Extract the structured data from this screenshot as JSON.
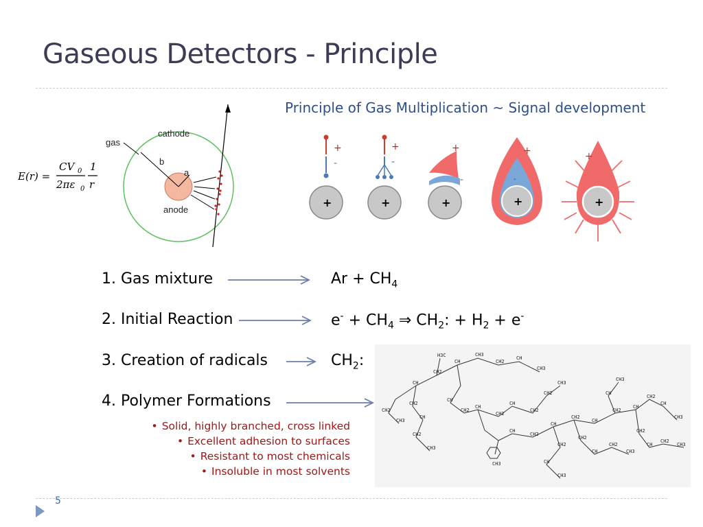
{
  "title": "Gaseous Detectors - Principle",
  "subtitle": "Principle of Gas Multiplication ~ Signal development",
  "field_equation": {
    "lhs": "E(r) =",
    "num": "CV",
    "num_sub": "0",
    "den": "2πε",
    "den_sub": "0",
    "frac_num": "1",
    "frac_den": "r"
  },
  "diagram_labels": {
    "gas": "gas",
    "cathode": "cathode",
    "b": "b",
    "a": "a",
    "anode": "anode"
  },
  "multiplication_stages": [
    {
      "plus": "+",
      "minus": "-",
      "center": "+"
    },
    {
      "plus": "+",
      "minus": "-",
      "center": "+"
    },
    {
      "plus": "+",
      "minus": "-",
      "center": "+"
    },
    {
      "plus": "+",
      "minus": "-",
      "center": "+"
    },
    {
      "plus": "+",
      "center": "+"
    }
  ],
  "steps": [
    {
      "label": "1. Gas mixture",
      "formula_html": "Ar + CH<sub>4</sub>"
    },
    {
      "label": "2. Initial Reaction",
      "formula_html": "e<sup>-</sup> + CH<sub>4</sub> ⇒ CH<sub>2</sub>: + H<sub>2</sub> + e<sup>-</sup>"
    },
    {
      "label": "3. Creation of radicals",
      "formula_html": "CH<sub>2</sub>:"
    },
    {
      "label": "4. Polymer Formations",
      "formula_html": ""
    }
  ],
  "bullets": [
    "Solid, highly branched, cross linked",
    "Excellent adhesion to surfaces",
    "Resistant to most chemicals",
    "Insoluble in most solvents"
  ],
  "polymer_labels": [
    "CH",
    "CH2",
    "CH3",
    "H3C"
  ],
  "slide_number": "5",
  "colors": {
    "title": "#3c3c54",
    "subtitle": "#2f4f8a",
    "bullet_text": "#a01818",
    "arrow": "#6b7da8",
    "avalanche_red": "#f06a6a",
    "avalanche_blue": "#7aa7d8",
    "anode_fill": "#f4b8a0",
    "cathode_ring": "#5ec15e"
  }
}
